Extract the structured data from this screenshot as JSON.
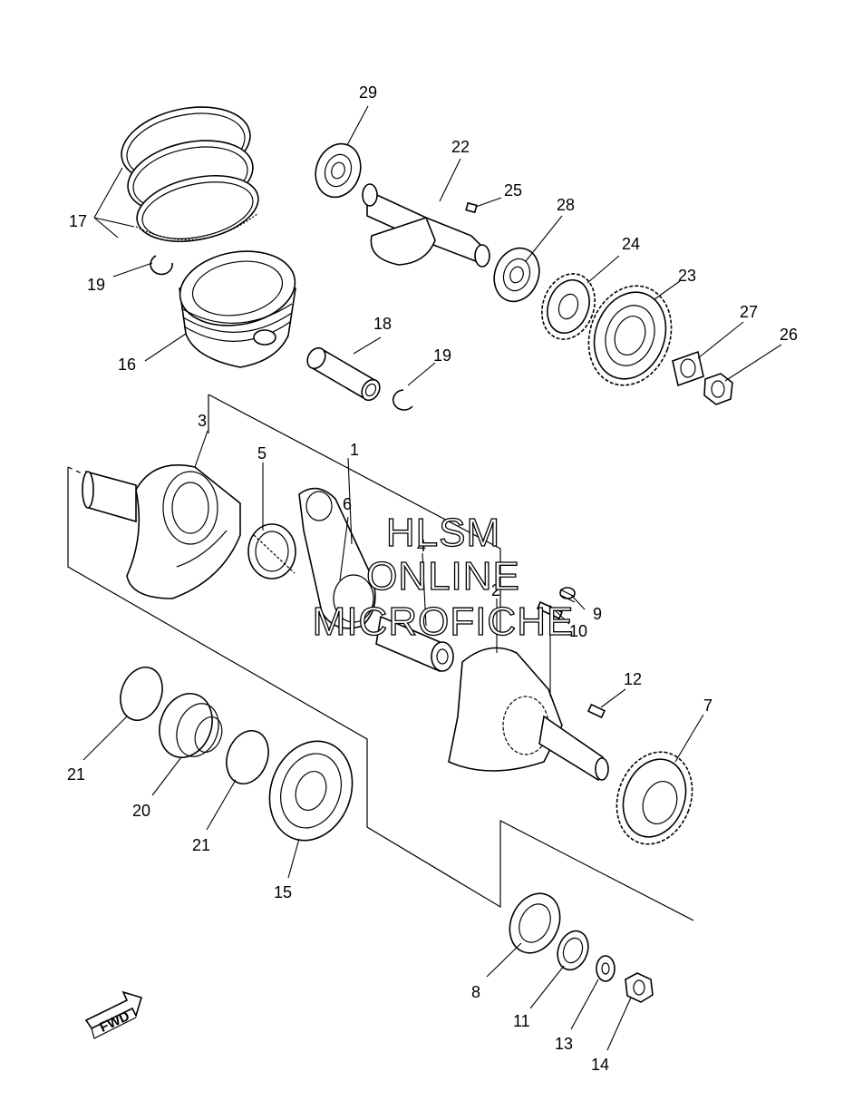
{
  "watermark": {
    "line1": "HLSM",
    "line2": "ONLINE",
    "line3": "MICROFICHE"
  },
  "fwd_label": "FWD",
  "callouts": {
    "c1": "1",
    "c2": "2",
    "c3": "3",
    "c4": "4",
    "c5": "5",
    "c6": "6",
    "c7": "7",
    "c8": "8",
    "c9": "9",
    "c10": "10",
    "c11": "11",
    "c12": "12",
    "c13": "13",
    "c14": "14",
    "c15": "15",
    "c16": "16",
    "c17": "17",
    "c18": "18",
    "c19a": "19",
    "c19b": "19",
    "c20": "20",
    "c21a": "21",
    "c21b": "21",
    "c22": "22",
    "c23": "23",
    "c24": "24",
    "c25": "25",
    "c26": "26",
    "c27": "27",
    "c28": "28",
    "c29": "29"
  }
}
